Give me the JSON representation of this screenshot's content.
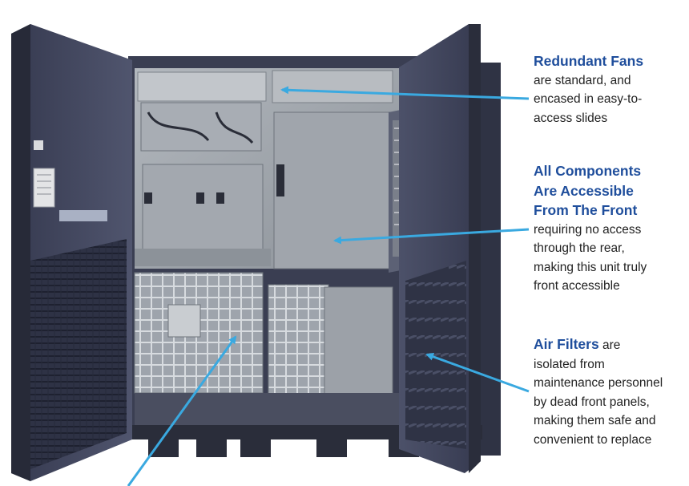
{
  "colors": {
    "heading": "#1f4e9c",
    "arrow": "#3aa9e0",
    "body_text": "#222222",
    "cabinet": "#3d4258",
    "door_inner": "#474c65"
  },
  "callouts": [
    {
      "heading_lines": [
        "Redundant Fans"
      ],
      "body_lines": [
        "are standard, and",
        "encased in easy-to-",
        "access slides"
      ]
    },
    {
      "heading_lines": [
        "All Components",
        "Are Accessible",
        "From The Front"
      ],
      "body_lines": [
        "requiring no access",
        "through the rear,",
        "making this unit truly",
        "front accessible"
      ]
    },
    {
      "heading_inline": "Air Filters",
      "first_line_rest": " are",
      "body_lines": [
        "isolated from",
        "maintenance personnel",
        "by dead front panels,",
        "making them safe and",
        "convenient to replace"
      ]
    }
  ]
}
